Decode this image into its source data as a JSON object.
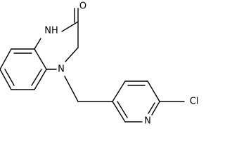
{
  "atoms": {
    "oxygen": "O",
    "nh": "NH",
    "n_ring": "N",
    "n_pyridine": "N",
    "chlorine": "Cl"
  },
  "colors": {
    "bond": "#000000",
    "label": "#000000",
    "background": "#ffffff"
  }
}
